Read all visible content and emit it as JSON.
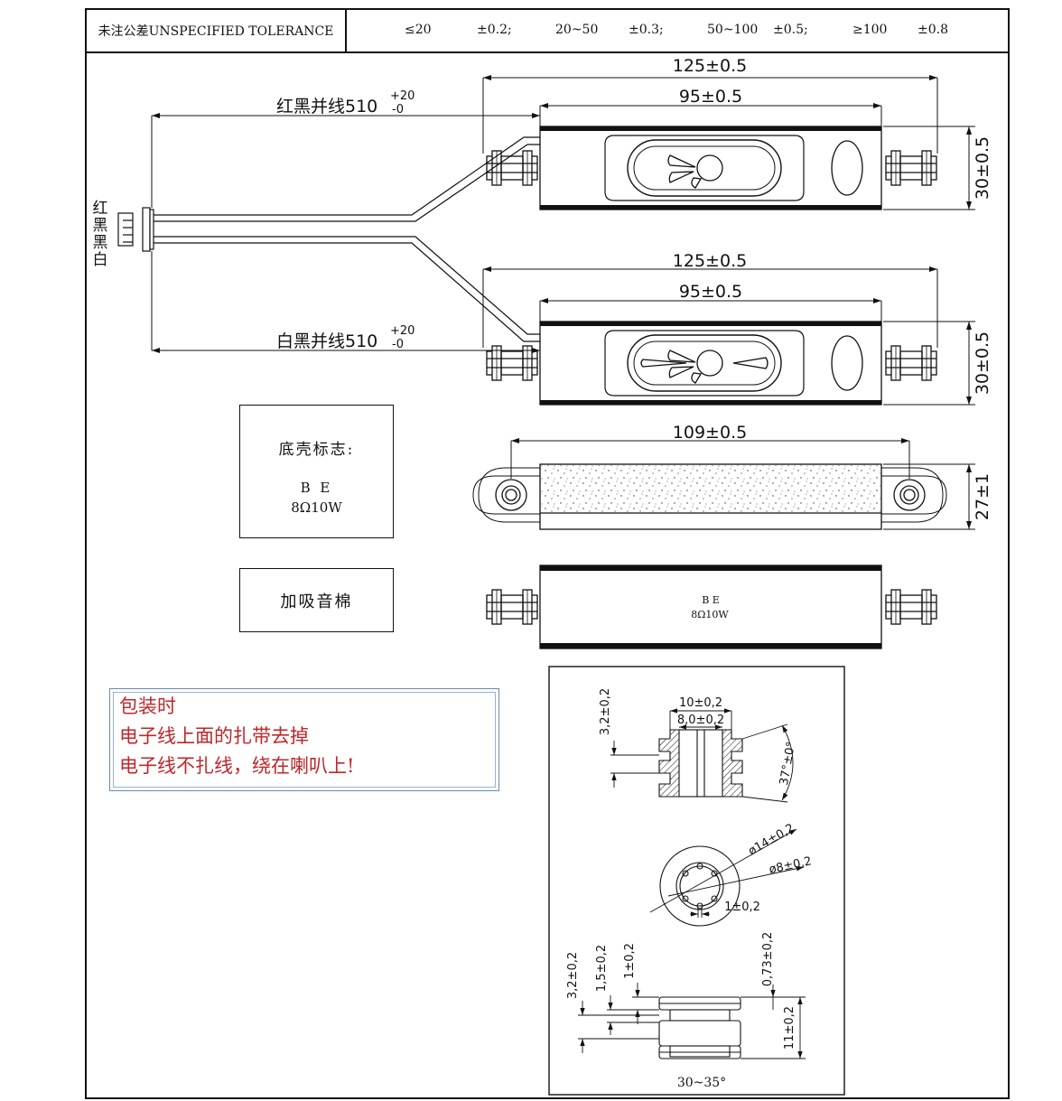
{
  "tolerance": {
    "label": "未注公差UNSPECIFIED TOLERANCE",
    "ranges": [
      {
        "range": "≤20",
        "tol": "±0.2;"
      },
      {
        "range": "20~50",
        "tol": "±0.3;"
      },
      {
        "range": "50~100",
        "tol": "±0.5;"
      },
      {
        "range": "≥100",
        "tol": "±0.8"
      }
    ]
  },
  "connector_colors": [
    "红",
    "黑",
    "黑",
    "白"
  ],
  "wires": {
    "upper_label": "红黑并线510",
    "lower_label": "白黑并线510",
    "tol_plus": "+20",
    "tol_minus": "-0"
  },
  "speaker_top": {
    "overall": "125±0.5",
    "inner": "95±0.5",
    "height": "30±0.5"
  },
  "speaker_mid": {
    "overall": "125±0.5",
    "inner": "95±0.5",
    "height": "30±0.5"
  },
  "speaker_bottom_view": {
    "hole_pitch": "109±0.5",
    "height": "27±1"
  },
  "marking_box": {
    "title": "底壳标志:",
    "line1": "B E",
    "line2": "8Ω10W"
  },
  "foam_box": {
    "label": "加吸音棉"
  },
  "side_label": {
    "line1": "B E",
    "line2": "8Ω10W"
  },
  "note": {
    "lines": [
      "包装时",
      "电子线上面的扎带去掉",
      "电子线不扎线，绕在喇叭上!"
    ]
  },
  "grommet_detail": {
    "d_outer_w": "10±0,2",
    "d_inner_w": "8,0±0,2",
    "d_groove": "3,2±0,2",
    "angle": "37°±0°",
    "d_outer_dia": "ø14±0,2",
    "d_inner_dia": "ø8±0,2",
    "d_slot": "1±0,2",
    "s_a": "3,2±0,2",
    "s_b": "1,5±0,2",
    "s_c": "1±0,2",
    "s_d": "0,73±0,2",
    "s_h": "11±0,2",
    "hardness": "30~35°"
  }
}
